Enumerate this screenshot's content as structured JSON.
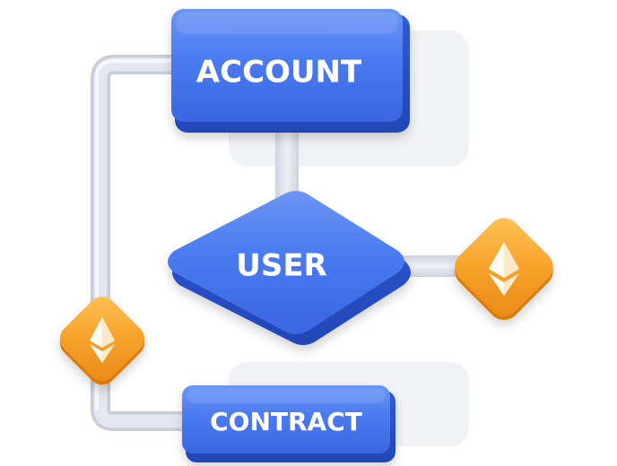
{
  "diagram": {
    "nodes": {
      "account": {
        "label": "ACCOUNT"
      },
      "user": {
        "label": "USER"
      },
      "contract": {
        "label": "CONTRACT"
      }
    },
    "icons": [
      {
        "name": "ethereum-icon"
      },
      {
        "name": "ethereum-icon"
      }
    ]
  },
  "colors": {
    "node_blue": "#3f70e8",
    "node_blue_dark": "#2a53c7",
    "node_blue_light": "#6b95f5",
    "connector": "#dfe2ea",
    "connector_shadow": "#c9cdd8",
    "panel_gray": "#f1f2f5",
    "token_orange": "#f6a22a",
    "token_orange_dark": "#e07f12",
    "token_orange_light": "#ffc45a"
  }
}
